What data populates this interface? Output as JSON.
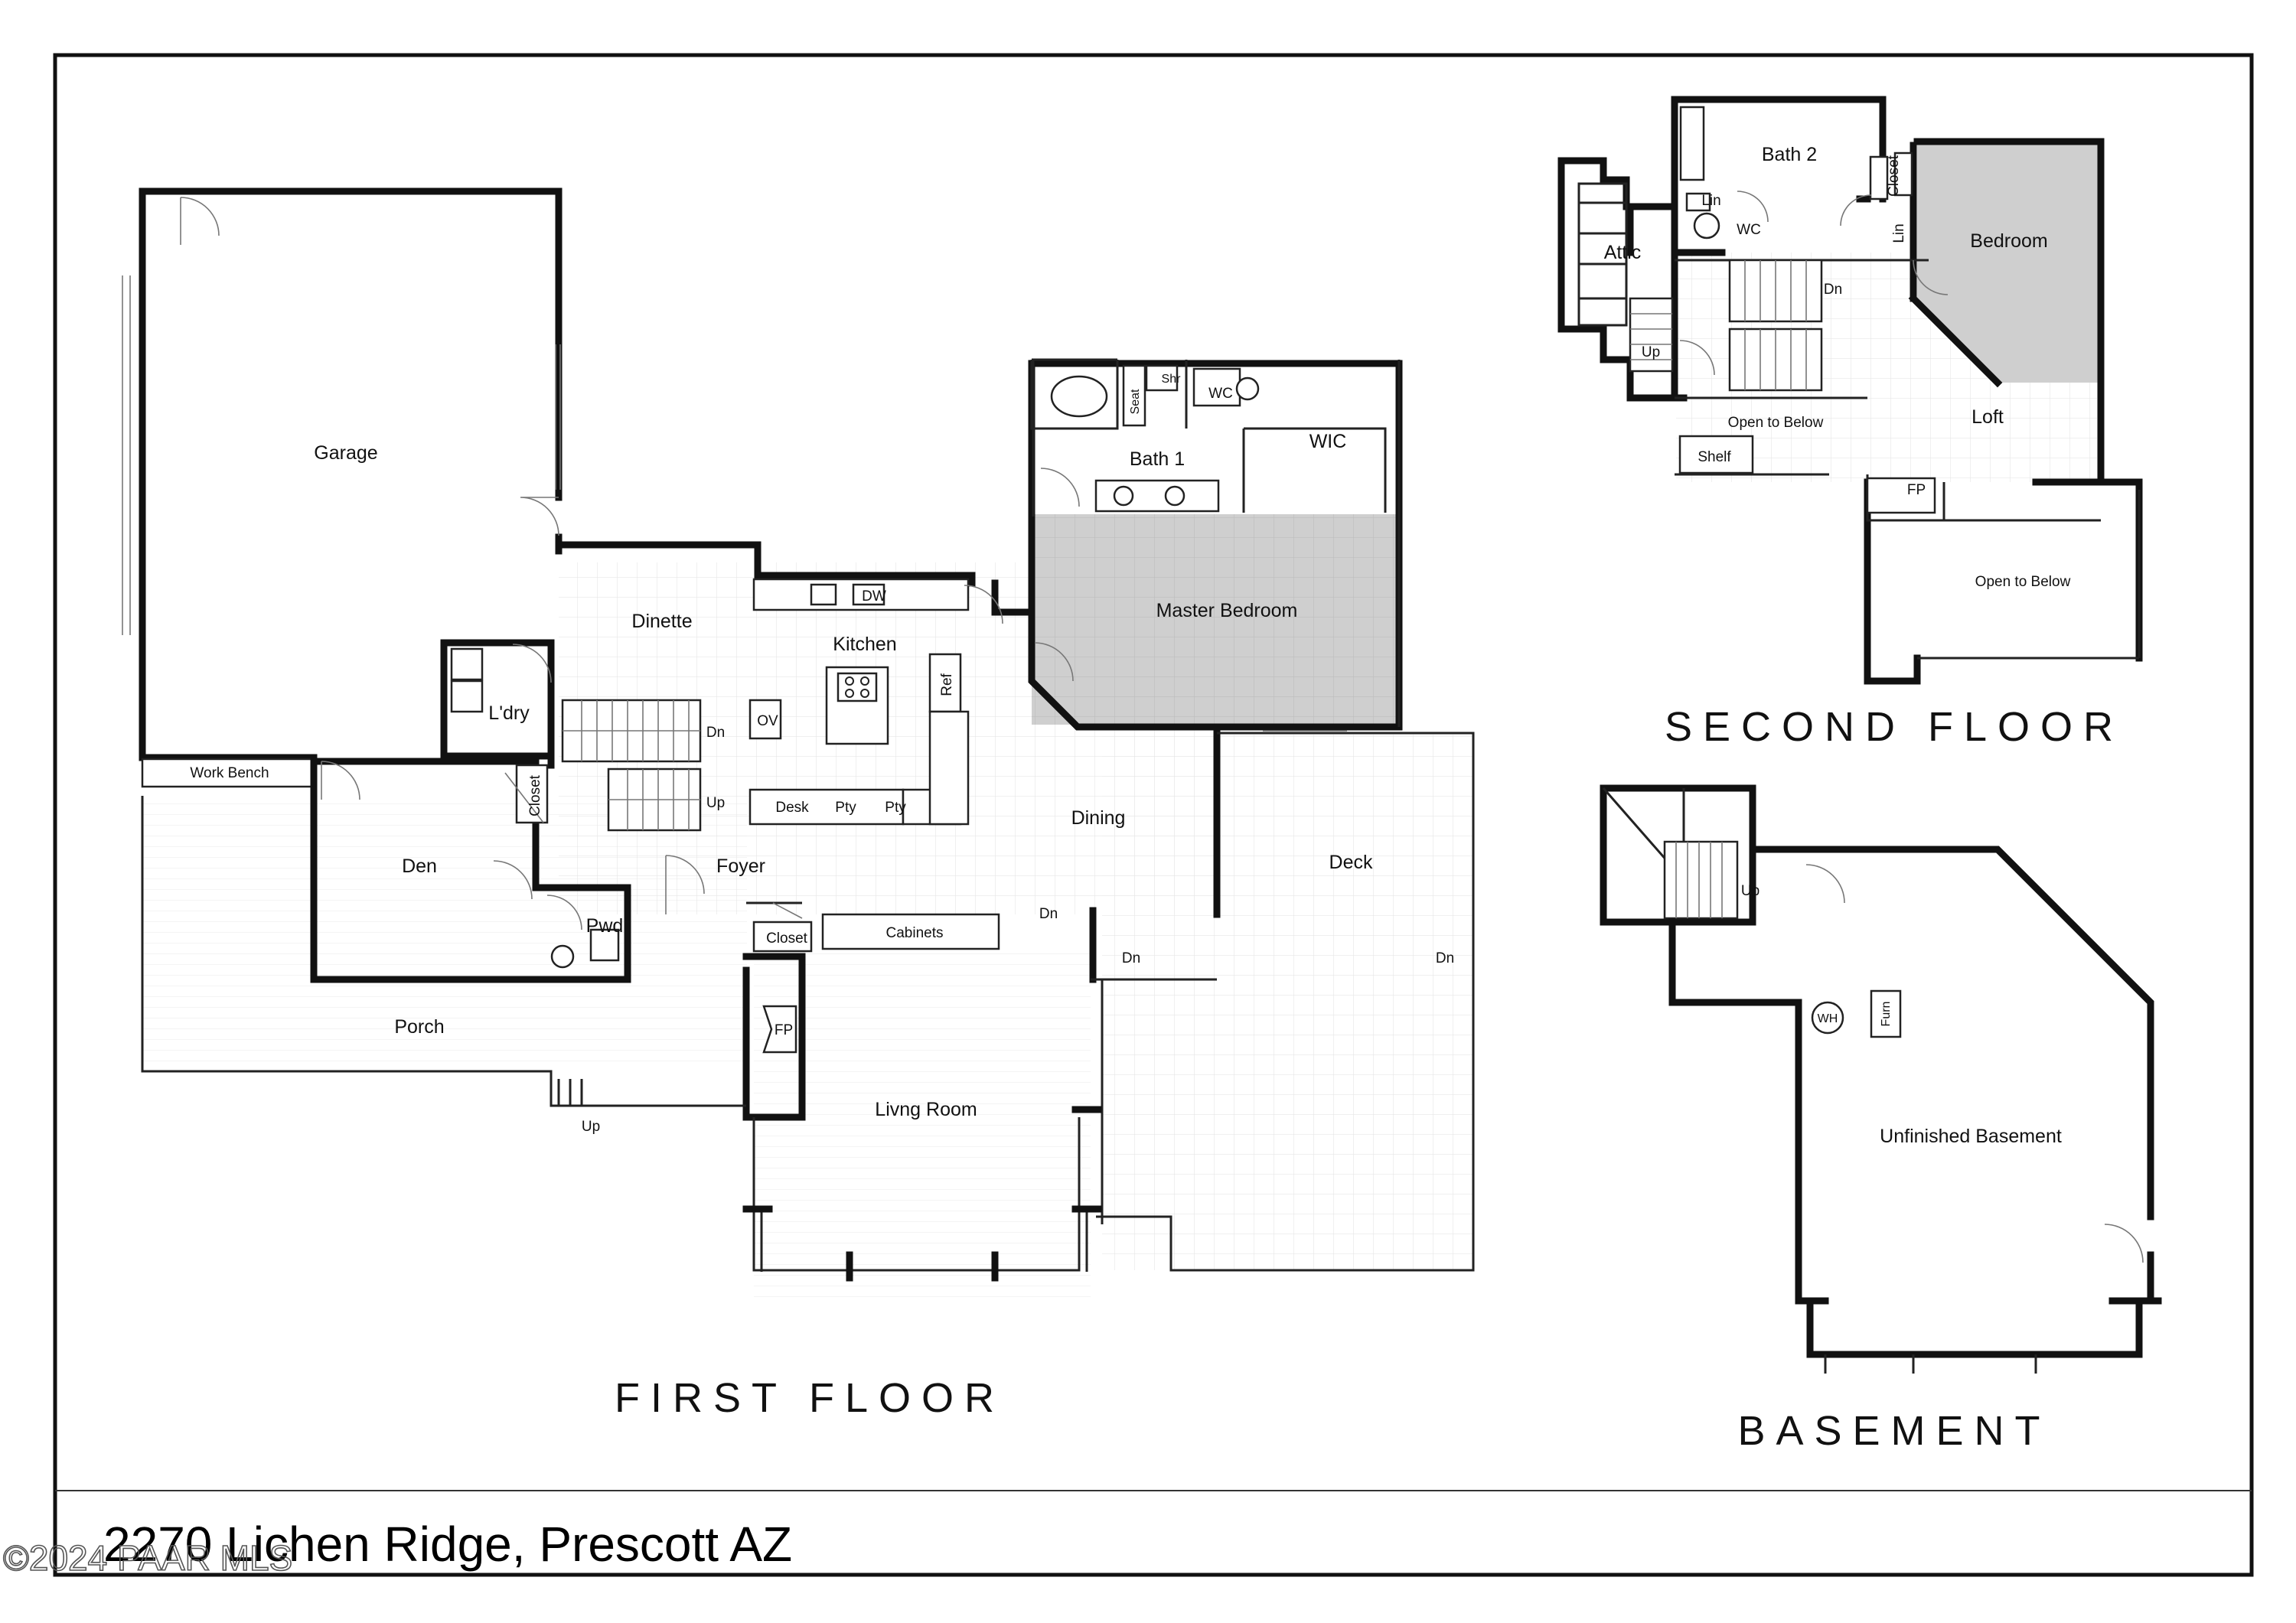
{
  "address": "2270 Lichen Ridge, Prescott AZ",
  "watermark": "©2024 PAAR MLS",
  "floors": {
    "first": "FIRST FLOOR",
    "second": "SECOND FLOOR",
    "basement": "BASEMENT"
  },
  "first_floor": {
    "garage": "Garage",
    "work_bench": "Work Bench",
    "dinette": "Dinette",
    "kitchen": "Kitchen",
    "dw": "DW",
    "ov": "OV",
    "ref": "Ref",
    "laundry": "L'dry",
    "dn": "Dn",
    "up": "Up",
    "closet": "Closet",
    "desk": "Desk",
    "pty": "Pty",
    "dining": "Dining",
    "den": "Den",
    "foyer": "Foyer",
    "pwd": "Pwd",
    "cabinets": "Cabinets",
    "porch": "Porch",
    "fp": "FP",
    "living_room": "Livng Room",
    "deck": "Deck",
    "master_bedroom": "Master Bedroom",
    "bath1": "Bath 1",
    "wic": "WIC",
    "wc": "WC",
    "seat": "Seat",
    "shr": "Shr"
  },
  "second_floor": {
    "bath2": "Bath 2",
    "closet": "Closet",
    "lin": "Lin",
    "wc": "WC",
    "attic": "Attic",
    "bedroom": "Bedroom",
    "dn": "Dn",
    "up": "Up",
    "open_to_below": "Open to Below",
    "loft": "Loft",
    "shelf": "Shelf",
    "fp": "FP"
  },
  "basement": {
    "up": "Up",
    "wh": "WH",
    "furn": "Furn",
    "unfinished": "Unfinished Basement"
  }
}
